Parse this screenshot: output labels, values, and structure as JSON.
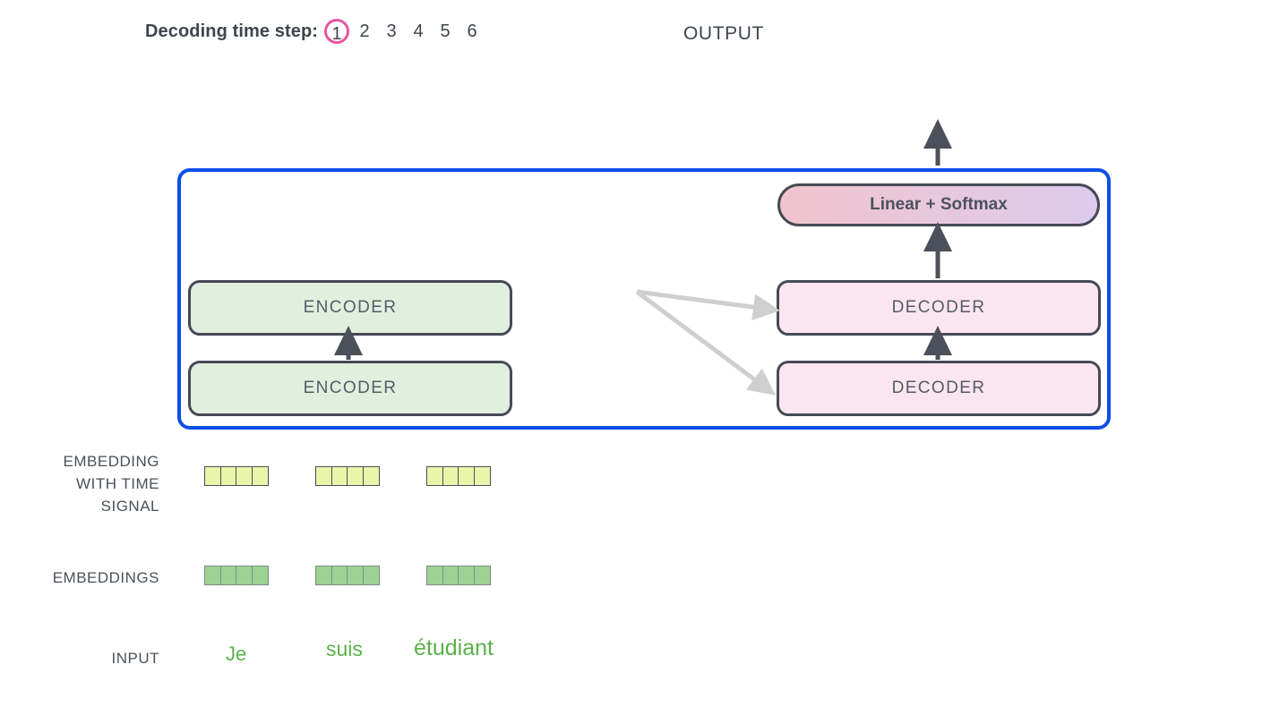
{
  "header": {
    "decoding_label": "Decoding time step:",
    "timesteps": [
      {
        "label": "1",
        "active": true
      },
      {
        "label": "2",
        "active": false
      },
      {
        "label": "3",
        "active": false
      },
      {
        "label": "4",
        "active": false
      },
      {
        "label": "5",
        "active": false
      },
      {
        "label": "6",
        "active": false
      }
    ],
    "output_label": "OUTPUT"
  },
  "colors": {
    "container_border": "#0b4fe8",
    "active_step_ring": "#e8559e",
    "encoder_fill": "#e1efdf",
    "decoder_fill": "#fbe6ef",
    "block_border": "#454a54",
    "time_cell_fill": "#e9f5ab",
    "embedding_cell_fill": "#9ed294",
    "input_word_color": "#5bb14a",
    "arrow_dark": "#4b505a",
    "arrow_light": "#cfcfcf",
    "text": "#4b5058"
  },
  "model": {
    "linear_softmax_label": "Linear + Softmax",
    "encoder_top_label": "ENCODER",
    "encoder_bottom_label": "ENCODER",
    "decoder_top_label": "DECODER",
    "decoder_bottom_label": "DECODER"
  },
  "labels": {
    "embedding_with_time_signal": "EMBEDDING\nWITH TIME\nSIGNAL",
    "embedding_with_time_signal_lines": [
      "EMBEDDING",
      "WITH TIME",
      "SIGNAL"
    ],
    "embeddings": "EMBEDDINGS",
    "input": "INPUT"
  },
  "tokens": [
    {
      "word": "Je",
      "cells": 4
    },
    {
      "word": "suis",
      "cells": 4
    },
    {
      "word": "étudiant",
      "cells": 4
    }
  ]
}
